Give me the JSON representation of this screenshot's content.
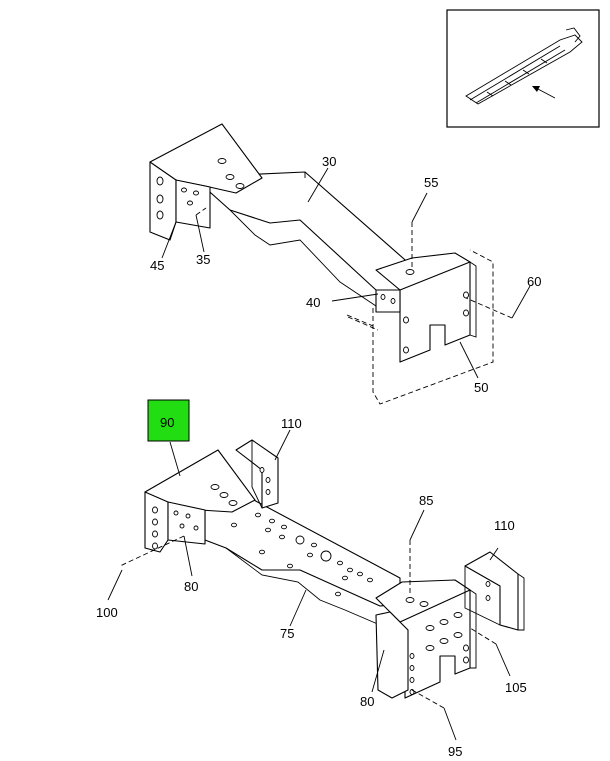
{
  "callouts": {
    "c30": "30",
    "c55": "55",
    "c45": "45",
    "c35": "35",
    "c40": "40",
    "c60": "60",
    "c50": "50",
    "c90": "90",
    "c110a": "110",
    "c85": "85",
    "c110b": "110",
    "c80a": "80",
    "c100": "100",
    "c75": "75",
    "c105": "105",
    "c80b": "80",
    "c95": "95"
  },
  "highlight_color": "#22dd11"
}
